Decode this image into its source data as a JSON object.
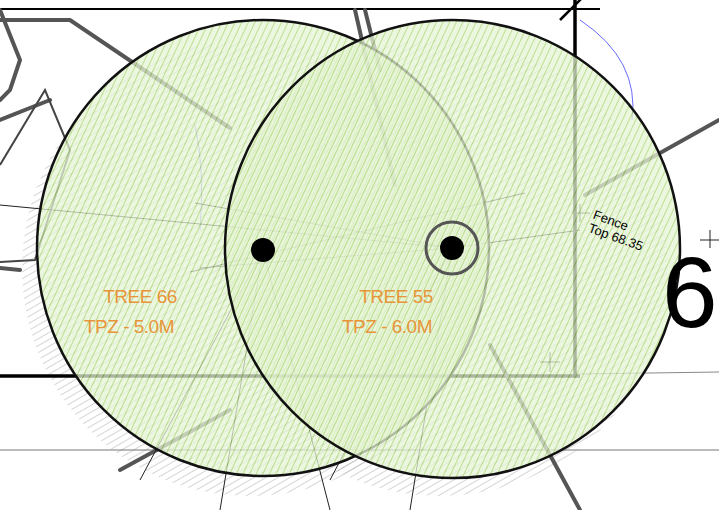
{
  "diagram": {
    "nodes": [
      {
        "text": [
          "TREE 66",
          "TPZ - 5.0M"
        ]
      },
      {
        "text": [
          "TREE 55",
          "TPZ - 6.0M"
        ]
      }
    ],
    "labels": [
      "Fence Top 68.35",
      "6"
    ]
  }
}
